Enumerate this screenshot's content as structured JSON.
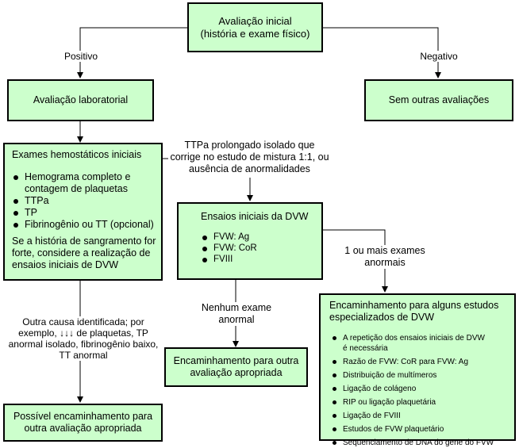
{
  "start": {
    "line1": "Avaliação inicial",
    "line2": "(história e exame físico)"
  },
  "edge_positive": "Positivo",
  "edge_negative": "Negativo",
  "lab_eval": "Avaliação laboratorial",
  "no_more": "Sem outras avaliações",
  "hemostatic": {
    "title": "Exames hemostáticos iniciais",
    "items": [
      "Hemograma completo e contagem de plaquetas",
      "TTPa",
      "TP",
      "Fibrinogênio ou TT (opcional)"
    ],
    "note": "Se a história de sangramento for forte, considere a realização de ensaios iniciais de DVW"
  },
  "ttpa_label": "TTPa prolongado isolado que corrige no estudo de mistura 1:1, ou ausência de anormalidades",
  "vwd_initial": {
    "title": "Ensaios iniciais da DVW",
    "items": [
      "FVW: Ag",
      "FVW: CoR",
      "FVIII"
    ]
  },
  "abnormal_label": "1 ou mais exames anormais",
  "none_abnormal_label": "Nenhum exame anormal",
  "other_cause_label": "Outra causa identificada; por exemplo, ↓↓↓ de plaquetas, TP anormal isolado, fibrinogênio baixo, TT anormal",
  "refer_other": "Encaminhamento para outra avaliação apropriada",
  "possible_refer": "Possível encaminhamento para outra avaliação apropriada",
  "specialized": {
    "title": "Encaminhamento para alguns estudos especializados de DVW",
    "items": [
      "A repetição dos ensaios iniciais de DVW é necessária",
      "Razão de FVW: CoR para FVW: Ag",
      "Distribuição de multímeros",
      "Ligação de colágeno",
      "RIP ou ligação plaquetária",
      "Ligação de FVIII",
      "Estudos de FVW plaquetário",
      "Sequenciamento de DNA do gene do FVW"
    ]
  },
  "colors": {
    "box_fill": "#ccffcc",
    "line": "#000000"
  }
}
